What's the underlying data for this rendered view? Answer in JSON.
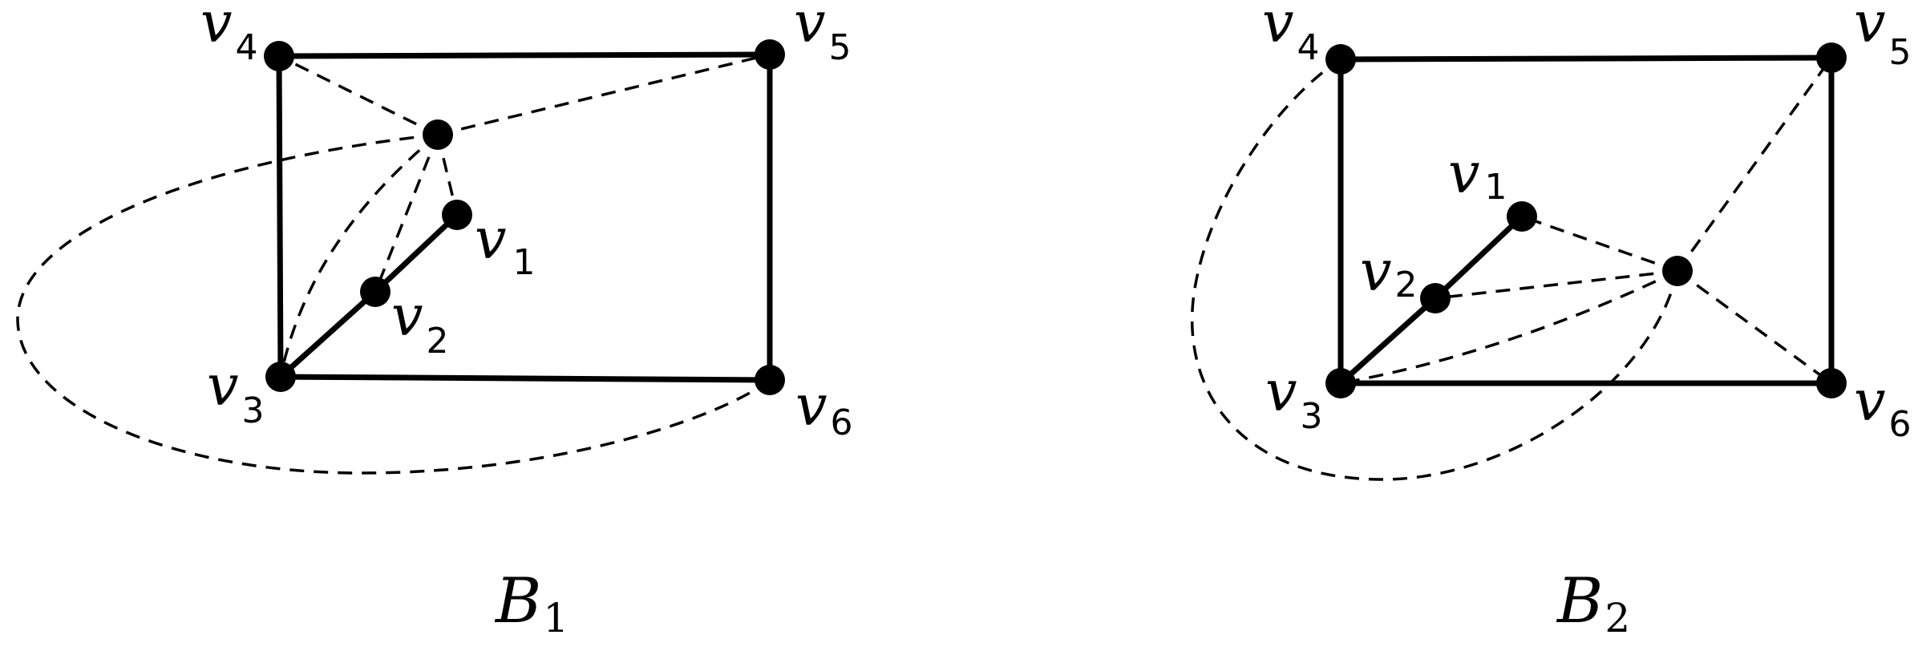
{
  "diagrams": [
    {
      "id": "b1",
      "caption": {
        "main": "B",
        "sub": "1"
      },
      "vertices": [
        {
          "id": "v1",
          "label": "v",
          "sub": "1"
        },
        {
          "id": "v2",
          "label": "v",
          "sub": "2"
        },
        {
          "id": "v3",
          "label": "v",
          "sub": "3"
        },
        {
          "id": "v4",
          "label": "v",
          "sub": "4"
        },
        {
          "id": "v5",
          "label": "v",
          "sub": "5"
        },
        {
          "id": "v6",
          "label": "v",
          "sub": "6"
        },
        {
          "id": "u",
          "label": "",
          "sub": ""
        }
      ],
      "solid_edges": [
        [
          "v4",
          "v5"
        ],
        [
          "v5",
          "v6"
        ],
        [
          "v6",
          "v3"
        ],
        [
          "v3",
          "v4"
        ],
        [
          "v3",
          "v2"
        ],
        [
          "v2",
          "v1"
        ]
      ],
      "dashed_edges": [
        [
          "u",
          "v4"
        ],
        [
          "u",
          "v5"
        ],
        [
          "u",
          "v1"
        ],
        [
          "u",
          "v2"
        ],
        [
          "u",
          "v3"
        ],
        [
          "u",
          "v6"
        ]
      ]
    },
    {
      "id": "b2",
      "caption": {
        "main": "B",
        "sub": "2"
      },
      "vertices": [
        {
          "id": "v1",
          "label": "v",
          "sub": "1"
        },
        {
          "id": "v2",
          "label": "v",
          "sub": "2"
        },
        {
          "id": "v3",
          "label": "v",
          "sub": "3"
        },
        {
          "id": "v4",
          "label": "v",
          "sub": "4"
        },
        {
          "id": "v5",
          "label": "v",
          "sub": "5"
        },
        {
          "id": "v6",
          "label": "v",
          "sub": "6"
        },
        {
          "id": "u",
          "label": "",
          "sub": ""
        }
      ],
      "solid_edges": [
        [
          "v4",
          "v5"
        ],
        [
          "v5",
          "v6"
        ],
        [
          "v6",
          "v3"
        ],
        [
          "v3",
          "v4"
        ],
        [
          "v3",
          "v2"
        ],
        [
          "v2",
          "v1"
        ]
      ],
      "dashed_edges": [
        [
          "u",
          "v1"
        ],
        [
          "u",
          "v2"
        ],
        [
          "u",
          "v3"
        ],
        [
          "u",
          "v5"
        ],
        [
          "u",
          "v6"
        ],
        [
          "u",
          "v4"
        ]
      ]
    }
  ]
}
